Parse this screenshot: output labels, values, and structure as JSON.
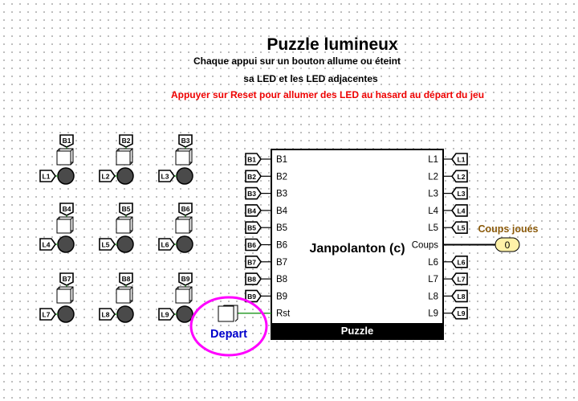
{
  "header": {
    "title": "Puzzle lumineux",
    "subtitle_line1": "Chaque appui sur un bouton allume ou éteint",
    "subtitle_line2": "sa LED et les LED adjacentes",
    "warning": "Appuyer sur Reset pour allumer des LED au hasard au départ du jeu"
  },
  "grid": {
    "cells": [
      {
        "button": "B1",
        "led": "L1"
      },
      {
        "button": "B2",
        "led": "L2"
      },
      {
        "button": "B3",
        "led": "L3"
      },
      {
        "button": "B4",
        "led": "L4"
      },
      {
        "button": "B5",
        "led": "L5"
      },
      {
        "button": "B6",
        "led": "L6"
      },
      {
        "button": "B7",
        "led": "L7"
      },
      {
        "button": "B8",
        "led": "L8"
      },
      {
        "button": "B9",
        "led": "L9"
      }
    ]
  },
  "chip": {
    "name": "Janpolanton (c)",
    "footer": "Puzzle",
    "inputs": [
      "B1",
      "B2",
      "B3",
      "B4",
      "B5",
      "B6",
      "B7",
      "B8",
      "B9",
      "Rst"
    ],
    "input_tags": [
      "B1",
      "B2",
      "B3",
      "B4",
      "B5",
      "B6",
      "B7",
      "B8",
      "B9"
    ],
    "outputs": [
      "L1",
      "L2",
      "L3",
      "L4",
      "L5",
      "Coups",
      "L6",
      "L7",
      "L8",
      "L9"
    ],
    "output_tags": [
      "L1",
      "L2",
      "L3",
      "L4",
      "L5",
      "",
      "L6",
      "L7",
      "L8",
      "L9"
    ]
  },
  "counter": {
    "label": "Coups joués",
    "value": "0"
  },
  "start_button": {
    "label": "Depart"
  },
  "colors": {
    "wire": "#2e9e2e",
    "counter_label": "#8b5a0a",
    "counter_fill": "#fff2a8",
    "start_label": "#0000cc",
    "start_circle": "#ff00ff",
    "warning": "#ee0000"
  }
}
